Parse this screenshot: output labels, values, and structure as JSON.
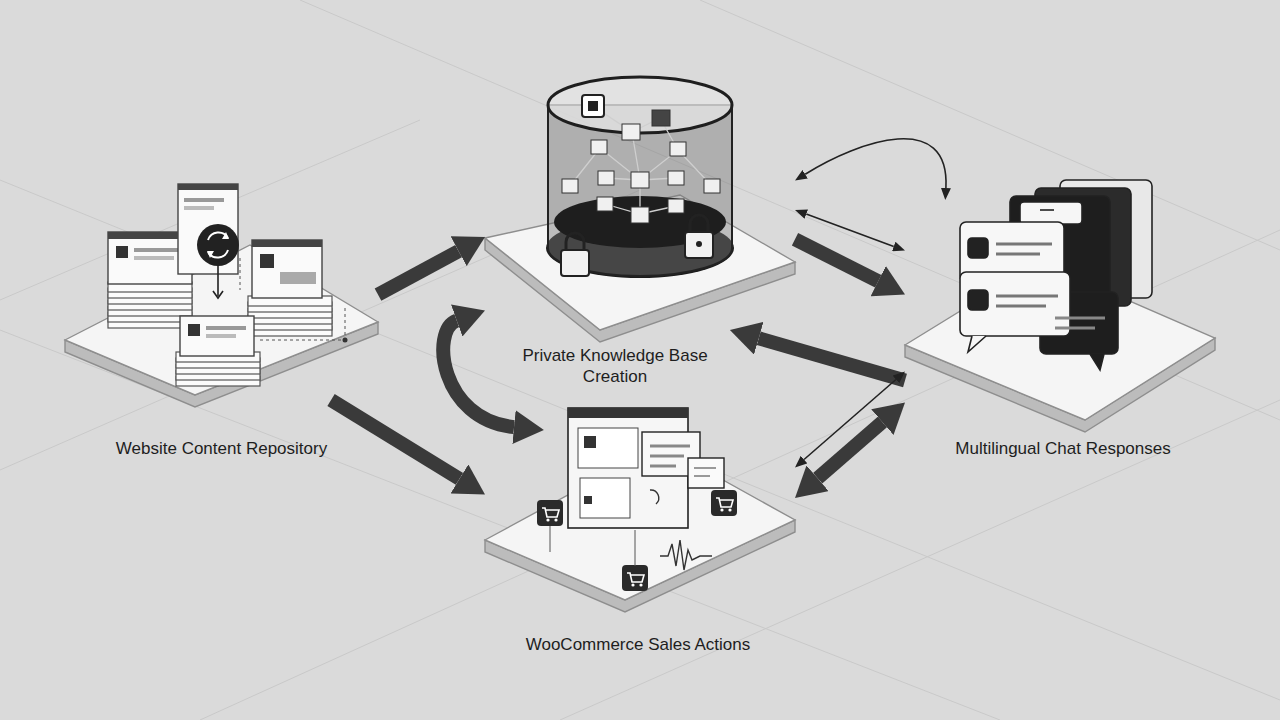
{
  "diagram": {
    "nodes": [
      {
        "text": [
          "Website Content Repository"
        ]
      },
      {
        "text": [
          "Private Knowledge Base Creation"
        ]
      },
      {
        "text": [
          "Multilingual Chat Responses"
        ]
      },
      {
        "text": [
          "WooCommerce Sales Actions"
        ]
      }
    ],
    "edges": [
      {
        "from": 0,
        "to": 1,
        "arrow": "to"
      },
      {
        "from": 0,
        "to": 3,
        "arrow": "to"
      },
      {
        "from": 1,
        "to": 2,
        "arrow": "to"
      },
      {
        "from": 2,
        "to": 1,
        "arrow": "to"
      },
      {
        "from": 1,
        "to": 2,
        "arrow": "both"
      },
      {
        "from": 2,
        "to": 1,
        "arrow": "both"
      },
      {
        "from": 1,
        "to": 3,
        "arrow": "both"
      },
      {
        "from": 3,
        "to": 2,
        "arrow": "both"
      },
      {
        "from": 3,
        "to": 2,
        "arrow": "both"
      }
    ]
  }
}
